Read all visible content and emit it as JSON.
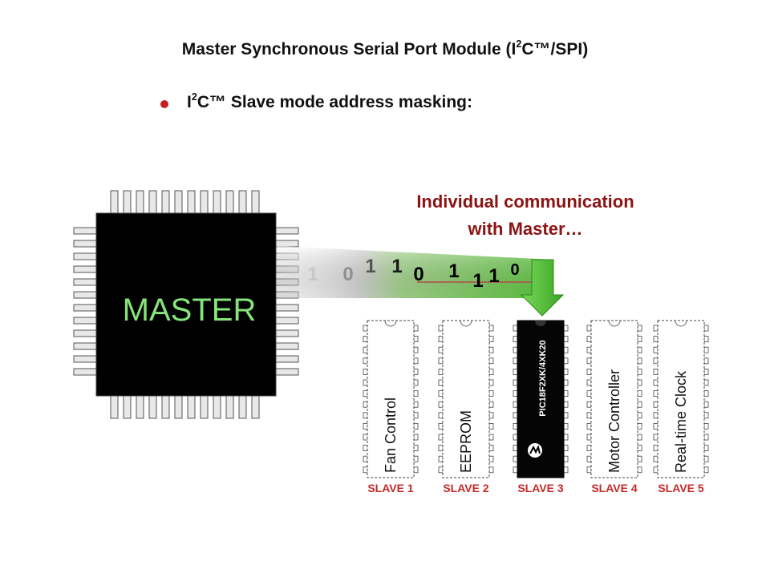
{
  "title": {
    "prefix": "Master Synchronous Serial Port Module (I",
    "sup": "2",
    "suffix": "C™/SPI)"
  },
  "bullet": {
    "prefix": "I",
    "sup": "2",
    "suffix": "C™ Slave mode address masking:"
  },
  "callout": {
    "line1": "Individual communication",
    "line2": "with Master…"
  },
  "master": {
    "label": "MASTER"
  },
  "bits": [
    "1",
    "0",
    "1",
    "1",
    "0",
    "1",
    "1",
    "1",
    "0"
  ],
  "slaves": [
    {
      "label": "SLAVE 1",
      "name": "Fan Control",
      "chip": ""
    },
    {
      "label": "SLAVE 2",
      "name": "EEPROM",
      "chip": ""
    },
    {
      "label": "SLAVE 3",
      "name": "",
      "chip": "PIC18F2XK/4XK20",
      "selected": true
    },
    {
      "label": "SLAVE 4",
      "name": "Motor Controller",
      "chip": ""
    },
    {
      "label": "SLAVE 5",
      "name": "Real-time Clock",
      "chip": ""
    }
  ],
  "colors": {
    "callout": "#8b1313",
    "slave_label": "#c62828",
    "master_text": "#86e57a",
    "arrow": "#5cc93c",
    "bullet": "#c62020",
    "chip_highlight": "#e23a3a"
  }
}
